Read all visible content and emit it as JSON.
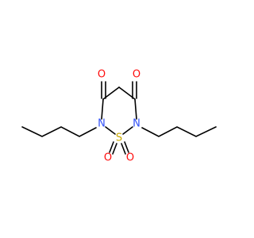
{
  "molecule": {
    "atoms": {
      "o_left": {
        "label": "O",
        "color": "#ff0d0d"
      },
      "o_right": {
        "label": "O",
        "color": "#ff0d0d"
      },
      "n_left": {
        "label": "N",
        "color": "#3050f8"
      },
      "n_right": {
        "label": "N",
        "color": "#3050f8"
      },
      "s_center": {
        "label": "S",
        "color": "#c8a800"
      },
      "o_sulfonyl_left": {
        "label": "O",
        "color": "#ff0d0d"
      },
      "o_sulfonyl_right": {
        "label": "O",
        "color": "#ff0d0d"
      }
    },
    "bond_color": "#000000"
  }
}
